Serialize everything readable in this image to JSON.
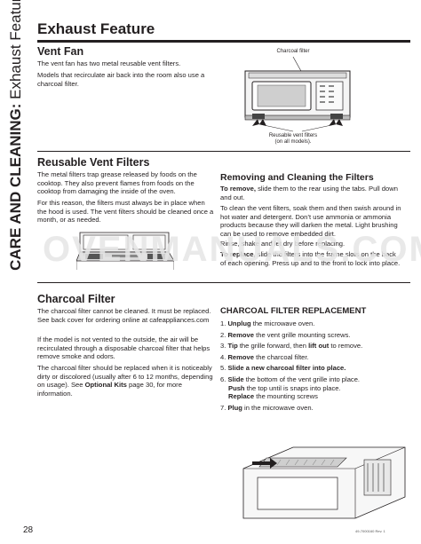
{
  "side_tab": {
    "bold": "CARE AND CLEANING:",
    "rest": " Exhaust Feature"
  },
  "title": "Exhaust Feature",
  "vent_fan": {
    "heading": "Vent Fan",
    "p1": "The vent fan has two metal reusable vent filters.",
    "p2": "Models that recirculate air back into the room also use a charcoal filter.",
    "caption_top": "Charcoal filter",
    "caption_bottom_1": "Reusable vent filters",
    "caption_bottom_2": "(on all models)."
  },
  "reusable": {
    "heading": "Reusable Vent Filters",
    "p1": "The metal filters trap grease released by foods on the cooktop. They also prevent flames from foods on the cooktop from damaging the inside of the oven.",
    "p2": "For this reason, the filters must always be in place when the hood is used. The vent filters should be cleaned once a month, or as needed."
  },
  "removing": {
    "heading": "Removing and Cleaning the Filters",
    "remove_lead": "To remove,",
    "remove_text": " slide them to the rear using the tabs. Pull down and out.",
    "clean_text": "To clean the vent filters, soak them and then swish around in hot water and detergent. Don’t use ammonia or ammonia products because they will darken the metal. Light brushing can be used to remove embedded dirt.",
    "rinse_text": "Rinse, shake and let dry before replacing.",
    "replace_lead": "To replace,",
    "replace_text": " slide the filters into the frame slots on the back of each opening. Press up and to the front to lock into place."
  },
  "watermark": "OVENMANUALS.COM",
  "charcoal": {
    "heading": "Charcoal Filter",
    "p1": "The charcoal filter cannot be cleaned. It must be replaced. See back cover for ordering online at cafeappliances.com",
    "p2": "If the model is not vented to the outside, the air will be recirculated through a disposable charcoal filter that helps remove smoke and odors.",
    "p3_a": "The charcoal filter should be replaced when it is noticeably dirty or discolored (usually after 6 to 12 months, depending on usage). See ",
    "p3_b": "Optional Kits",
    "p3_c": " page 30, for more information."
  },
  "replacement": {
    "heading": "CHARCOAL FILTER REPLACEMENT",
    "steps": [
      {
        "n": "1. ",
        "b": "Unplug",
        "t": " the microwave oven."
      },
      {
        "n": "2. ",
        "b": "Remove",
        "t": " the vent grille mounting screws."
      },
      {
        "n": "3. ",
        "b": "Tip",
        "t": " the grille forward, then ",
        "b2": "lift out",
        "t2": " to remove."
      },
      {
        "n": "4. ",
        "b": "Remove",
        "t": " the charcoal filter."
      },
      {
        "n": "5. ",
        "b": "Slide a new charcoal filter into place.",
        "t": ""
      },
      {
        "n": "6. ",
        "b": "Slide",
        "t": " the bottom of the vent grille into place.",
        "l2b": "Push",
        "l2t": " the top until is snaps into place.",
        "l3b": "Replace",
        "l3t": " the mounting screws"
      },
      {
        "n": "7. ",
        "b": "Plug",
        "t": " in the microwave oven."
      }
    ]
  },
  "footer": {
    "page": "28",
    "doc": "49-7000160   Rev. 1"
  }
}
